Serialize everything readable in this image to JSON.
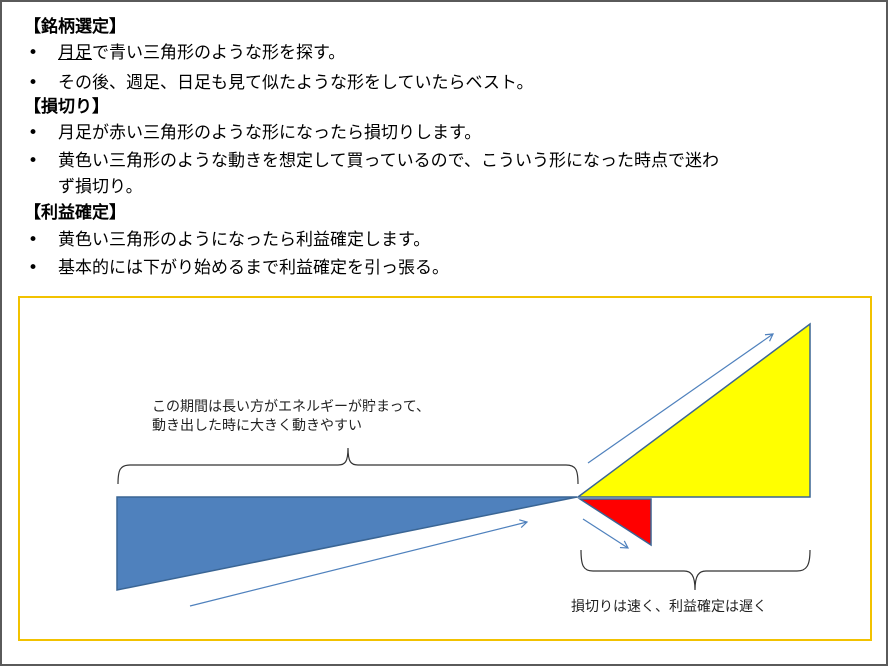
{
  "sections": [
    {
      "heading": "【銘柄選定】",
      "bullets": [
        {
          "underlined": "月足",
          "rest": "で青い三角形のような形を探す。"
        },
        {
          "text": "その後、週足、日足も見て似たような形をしていたらベスト。"
        }
      ]
    },
    {
      "heading": "【損切り】",
      "bullets": [
        {
          "text": "月足が赤い三角形のような形になったら損切りします。"
        },
        {
          "text": "黄色い三角形のような動きを想定して買っているので、こういう形になった時点で迷わ",
          "text2": "ず損切り。"
        }
      ]
    },
    {
      "heading": "【利益確定】",
      "bullets": [
        {
          "text": "黄色い三角形のようになったら利益確定します。"
        },
        {
          "text": "基本的には下がり始めるまで利益確定を引っ張る。"
        }
      ]
    }
  ],
  "bullet_char": "•",
  "diagram": {
    "label_top_1": "この期間は長い方がエネルギーが貯まって、",
    "label_top_2": "動き出した時に大きく動きやすい",
    "label_bottom": "損切りは速く、利益確定は遅く",
    "colors": {
      "blue": "#4f81bd",
      "yellow": "#ffff00",
      "red": "#ff0000",
      "frame": "#f2c200",
      "arrow": "#4f81bd"
    }
  }
}
